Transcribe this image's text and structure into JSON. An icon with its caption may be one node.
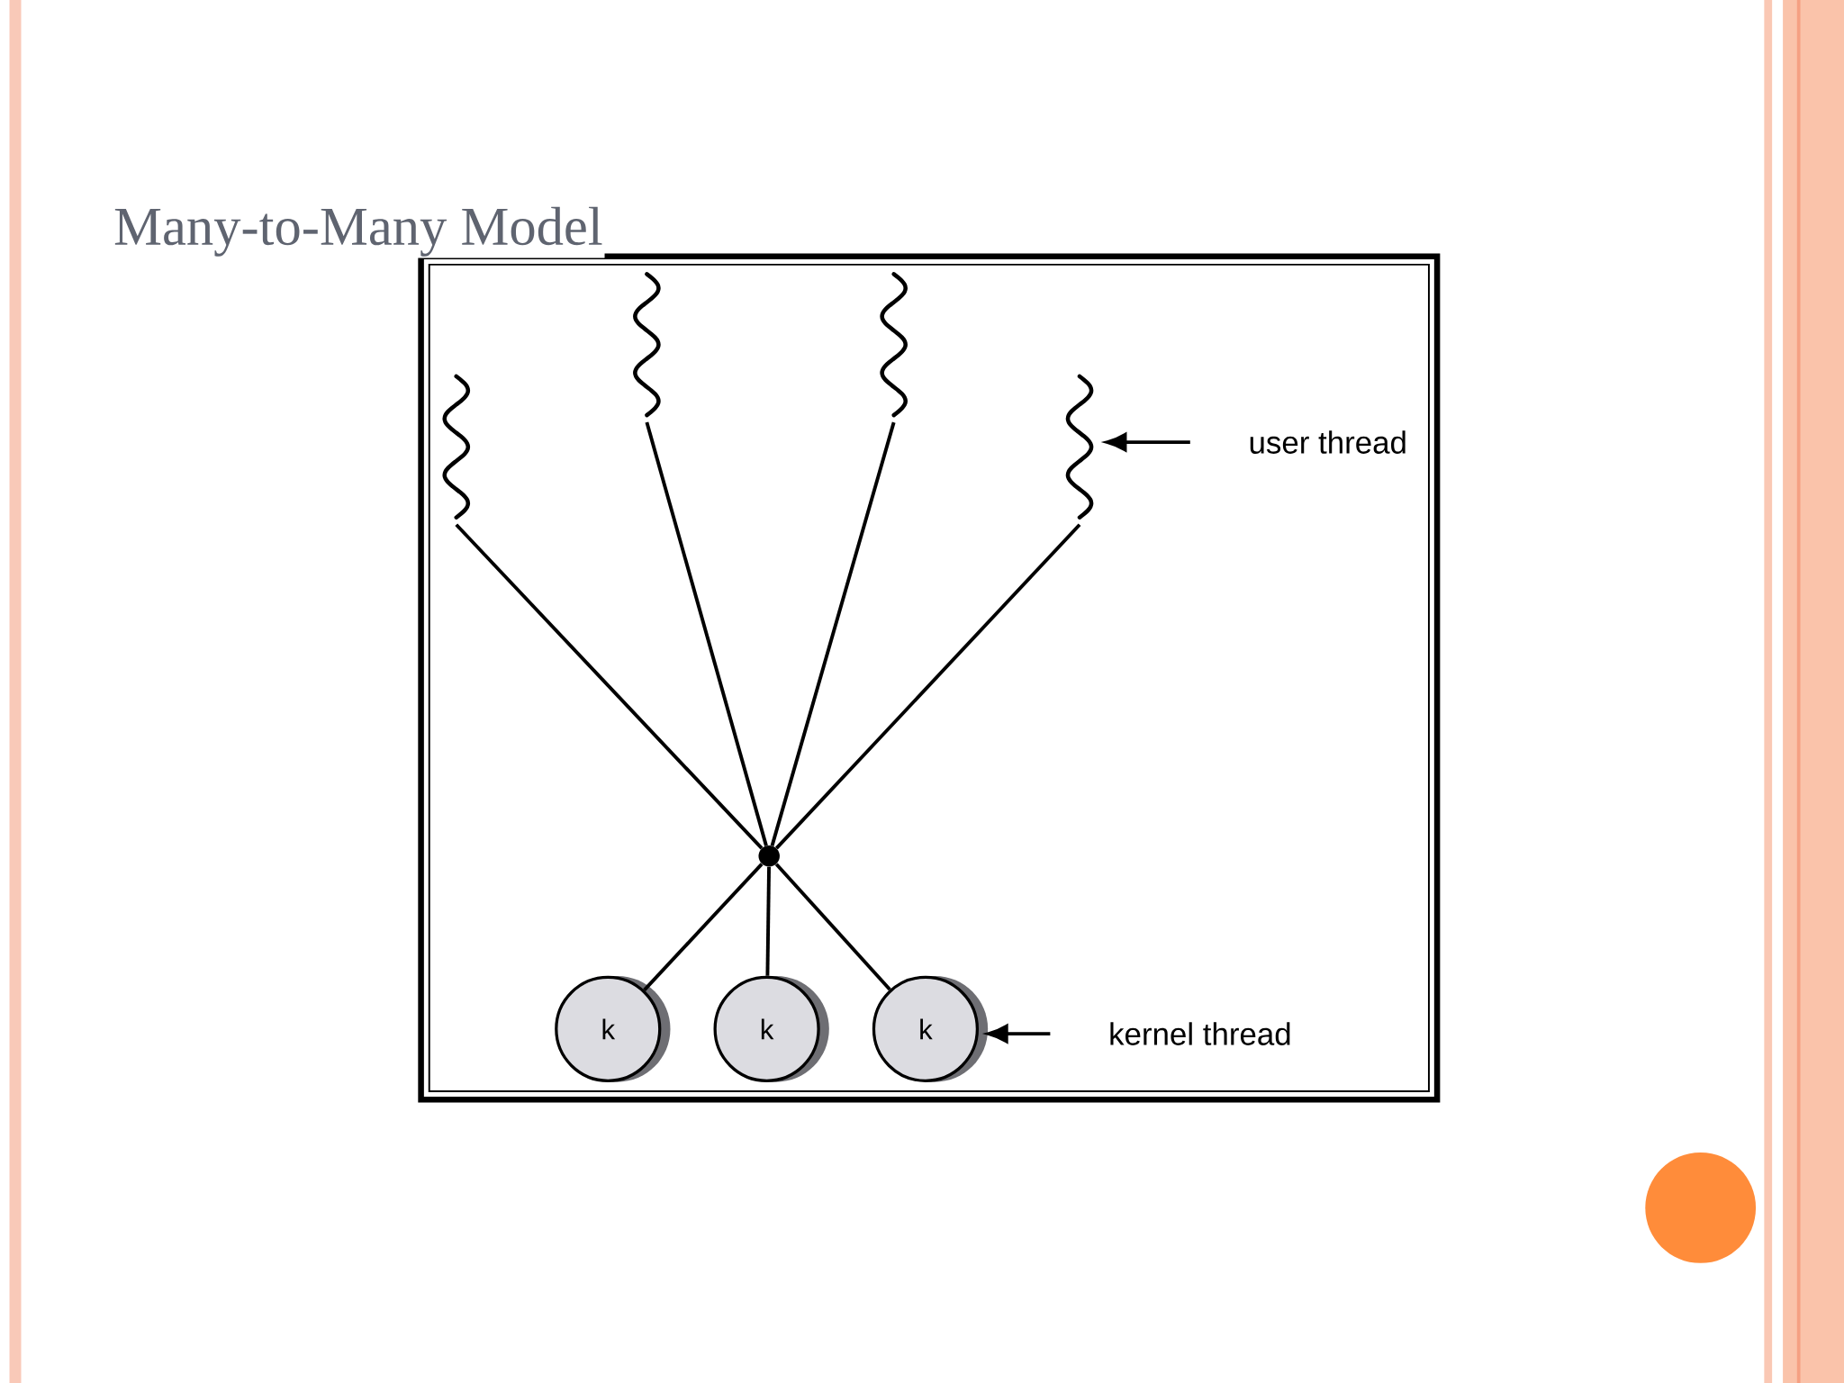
{
  "diagram": {
    "title": "Many-to-Many Model",
    "nodes": [
      {
        "text": [],
        "shape": "squiggle"
      },
      {
        "text": [],
        "shape": "squiggle"
      },
      {
        "text": [],
        "shape": "squiggle"
      },
      {
        "text": [],
        "shape": "squiggle"
      },
      {
        "text": [],
        "shape": "circle"
      },
      {
        "text": [
          "k"
        ]
      },
      {
        "text": [
          "k"
        ]
      },
      {
        "text": [
          "k"
        ]
      },
      {
        "text": [
          "user thread"
        ]
      },
      {
        "text": [
          "kernel thread"
        ]
      }
    ],
    "edges": [
      {
        "from": 0,
        "to": 4,
        "arrow": "none"
      },
      {
        "from": 1,
        "to": 4,
        "arrow": "none"
      },
      {
        "from": 2,
        "to": 4,
        "arrow": "none"
      },
      {
        "from": 3,
        "to": 4,
        "arrow": "none"
      },
      {
        "from": 4,
        "to": 5,
        "arrow": "none"
      },
      {
        "from": 4,
        "to": 6,
        "arrow": "none"
      },
      {
        "from": 4,
        "to": 7,
        "arrow": "none"
      },
      {
        "from": 8,
        "to": 3,
        "arrow": "to"
      },
      {
        "from": 9,
        "to": 7,
        "arrow": "to"
      }
    ]
  }
}
